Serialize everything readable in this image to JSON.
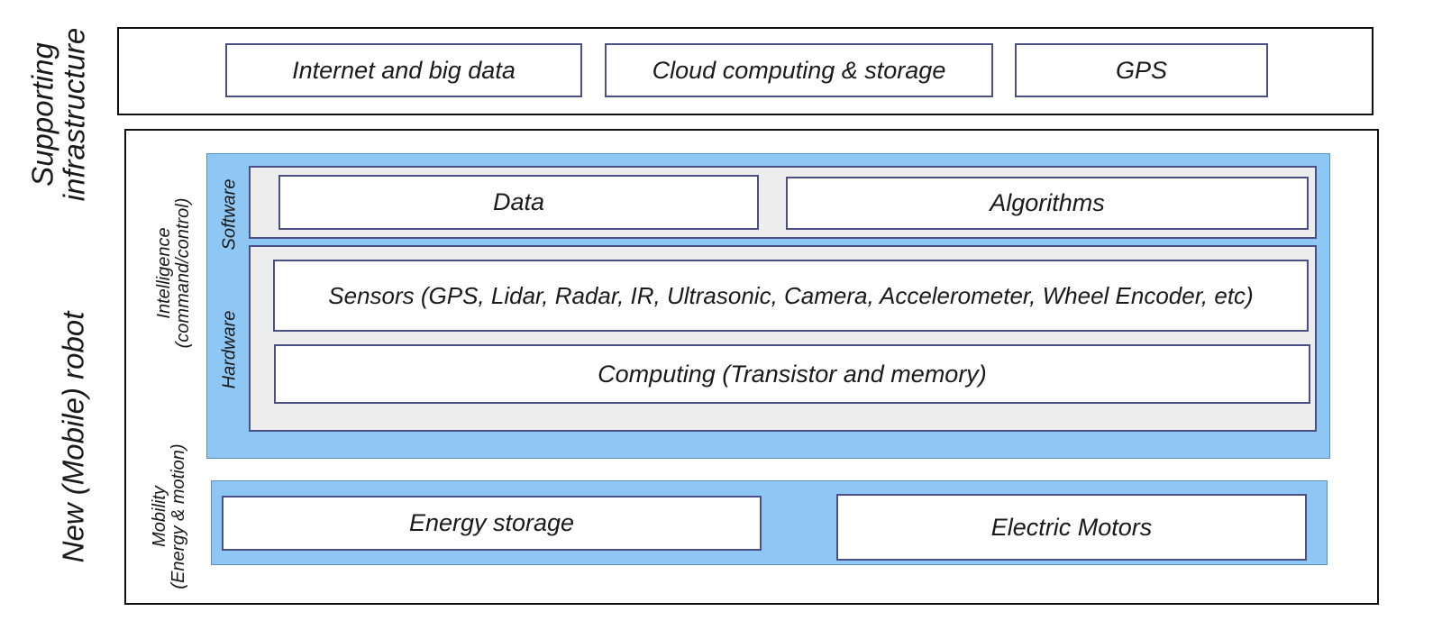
{
  "left_labels": {
    "supporting_infrastructure": [
      "Supporting",
      "infrastructure"
    ],
    "new_mobile_robot": "New (Mobile) robot"
  },
  "infrastructure": {
    "items": [
      "Internet and big data",
      "Cloud computing & storage",
      "GPS"
    ]
  },
  "intelligence": {
    "label": [
      "Intelligence",
      "(command/control)"
    ],
    "software": {
      "label": "Software",
      "items": [
        "Data",
        "Algorithms"
      ]
    },
    "hardware": {
      "label": "Hardware",
      "items": [
        "Sensors (GPS, Lidar, Radar, IR, Ultrasonic, Camera, Accelerometer, Wheel Encoder, etc)",
        "Computing (Transistor and memory)"
      ]
    }
  },
  "mobility": {
    "label": [
      "Mobility",
      "(Energy & motion)"
    ],
    "items": [
      "Energy storage",
      "Electric Motors"
    ]
  },
  "colors": {
    "panel_blue": "#8ec6f4",
    "panel_gray": "#ededed",
    "box_border": "#4a4f86",
    "outer_border": "#111111"
  }
}
